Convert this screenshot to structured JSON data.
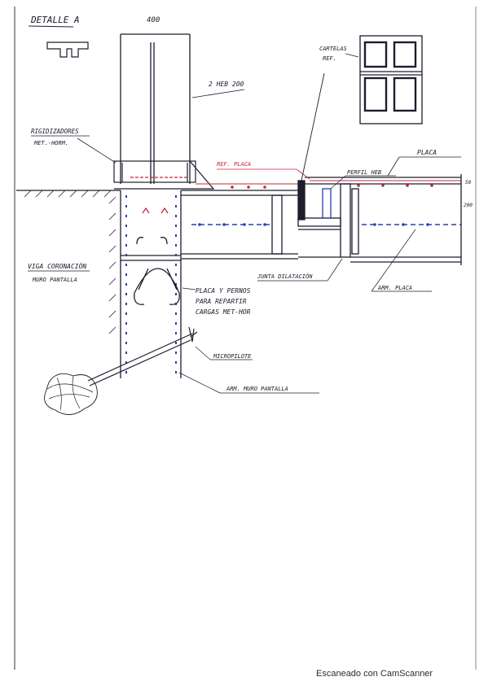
{
  "drawing": {
    "title": "DETALLE A",
    "column_dimension": "400",
    "labels": {
      "heb_column": "2 HEB 200",
      "cartelas": "CARTELAS",
      "ref": "REF.",
      "rigidizadores": "RIGIDIZADORES",
      "met_horm": "MET.-HORM.",
      "ref_placa": "REF. PLACA",
      "placa": "PLACA",
      "perfil_heb": "PERFIL HEB",
      "dim_50": "50",
      "dim_200": "200",
      "viga_coronacion": "VIGA CORONACIÓN",
      "muro_pantalla": "MURO PANTALLA",
      "junta_dilatacion": "JUNTA DILATACIÓN",
      "arm_placa": "ARM. PLACA",
      "placa_pernos_1": "PLACA Y PERNOS",
      "placa_pernos_2": "PARA REPARTIR",
      "placa_pernos_3": "CARGAS MET-HOR",
      "micropilote": "MICROPILOTE",
      "arm_muro": "ARM. MURO PANTALLA"
    },
    "colors": {
      "ink": "#1d1d2e",
      "rebar_red": "#c4283a",
      "rebar_blue": "#2a3fae"
    }
  },
  "footer": {
    "scanner": "Escaneado con CamScanner"
  }
}
